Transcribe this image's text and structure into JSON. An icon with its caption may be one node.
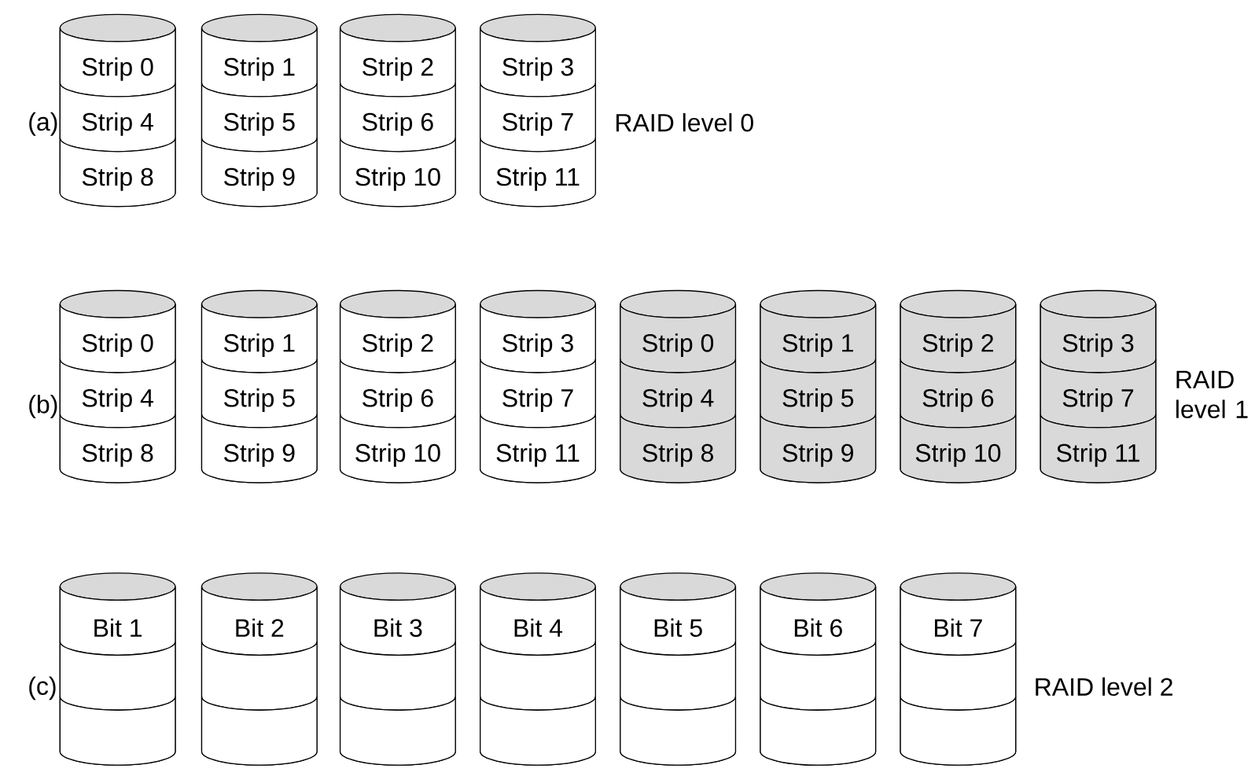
{
  "diagram": {
    "nodes": [
      {
        "text": [],
        "shape": "cylinder"
      },
      {
        "text": [
          "Strip 0"
        ],
        "in": 0
      },
      {
        "text": [
          "Strip 4"
        ],
        "in": 0
      },
      {
        "text": [
          "Strip 8"
        ],
        "in": 0
      },
      {
        "text": [],
        "shape": "cylinder"
      },
      {
        "text": [
          "Strip 1"
        ],
        "in": 4
      },
      {
        "text": [
          "Strip 5"
        ],
        "in": 4
      },
      {
        "text": [
          "Strip 9"
        ],
        "in": 4
      },
      {
        "text": [],
        "shape": "cylinder"
      },
      {
        "text": [
          "Strip 2"
        ],
        "in": 8
      },
      {
        "text": [
          "Strip 6"
        ],
        "in": 8
      },
      {
        "text": [
          "Strip 10"
        ],
        "in": 8
      },
      {
        "text": [],
        "shape": "cylinder"
      },
      {
        "text": [
          "Strip 3"
        ],
        "in": 12
      },
      {
        "text": [
          "Strip 7"
        ],
        "in": 12
      },
      {
        "text": [
          "Strip 11"
        ],
        "in": 12
      },
      {
        "text": [],
        "shape": "cylinder"
      },
      {
        "text": [
          "Strip 0"
        ],
        "in": 16
      },
      {
        "text": [
          "Strip 4"
        ],
        "in": 16
      },
      {
        "text": [
          "Strip 8"
        ],
        "in": 16
      },
      {
        "text": [],
        "shape": "cylinder"
      },
      {
        "text": [
          "Strip 1"
        ],
        "in": 20
      },
      {
        "text": [
          "Strip 5"
        ],
        "in": 20
      },
      {
        "text": [
          "Strip 9"
        ],
        "in": 20
      },
      {
        "text": [],
        "shape": "cylinder"
      },
      {
        "text": [
          "Strip 2"
        ],
        "in": 24
      },
      {
        "text": [
          "Strip 6"
        ],
        "in": 24
      },
      {
        "text": [
          "Strip 10"
        ],
        "in": 24
      },
      {
        "text": [],
        "shape": "cylinder"
      },
      {
        "text": [
          "Strip 3"
        ],
        "in": 28
      },
      {
        "text": [
          "Strip 7"
        ],
        "in": 28
      },
      {
        "text": [
          "Strip 11"
        ],
        "in": 28
      },
      {
        "text": [],
        "shape": "cylinder"
      },
      {
        "text": [
          "Strip 0"
        ],
        "in": 32
      },
      {
        "text": [
          "Strip 4"
        ],
        "in": 32
      },
      {
        "text": [
          "Strip 8"
        ],
        "in": 32
      },
      {
        "text": [],
        "shape": "cylinder"
      },
      {
        "text": [
          "Strip 1"
        ],
        "in": 36
      },
      {
        "text": [
          "Strip 5"
        ],
        "in": 36
      },
      {
        "text": [
          "Strip 9"
        ],
        "in": 36
      },
      {
        "text": [],
        "shape": "cylinder"
      },
      {
        "text": [
          "Strip 2"
        ],
        "in": 40
      },
      {
        "text": [
          "Strip 6"
        ],
        "in": 40
      },
      {
        "text": [
          "Strip 10"
        ],
        "in": 40
      },
      {
        "text": [],
        "shape": "cylinder"
      },
      {
        "text": [
          "Strip 3"
        ],
        "in": 44
      },
      {
        "text": [
          "Strip 7"
        ],
        "in": 44
      },
      {
        "text": [
          "Strip 11"
        ],
        "in": 44
      },
      {
        "text": [],
        "shape": "cylinder"
      },
      {
        "text": [
          "Bit 1"
        ],
        "in": 48
      },
      {
        "text": [],
        "shape": "box",
        "in": 48
      },
      {
        "text": [],
        "shape": "box",
        "in": 48
      },
      {
        "text": [],
        "shape": "cylinder"
      },
      {
        "text": [
          "Bit 2"
        ],
        "in": 52
      },
      {
        "text": [],
        "shape": "box",
        "in": 52
      },
      {
        "text": [],
        "shape": "box",
        "in": 52
      },
      {
        "text": [],
        "shape": "cylinder"
      },
      {
        "text": [
          "Bit 3"
        ],
        "in": 56
      },
      {
        "text": [],
        "shape": "box",
        "in": 56
      },
      {
        "text": [],
        "shape": "box",
        "in": 56
      },
      {
        "text": [],
        "shape": "cylinder"
      },
      {
        "text": [
          "Bit 4"
        ],
        "in": 60
      },
      {
        "text": [],
        "shape": "box",
        "in": 60
      },
      {
        "text": [],
        "shape": "box",
        "in": 60
      },
      {
        "text": [],
        "shape": "cylinder"
      },
      {
        "text": [
          "Bit 5"
        ],
        "in": 64
      },
      {
        "text": [],
        "shape": "box",
        "in": 64
      },
      {
        "text": [],
        "shape": "box",
        "in": 64
      },
      {
        "text": [],
        "shape": "cylinder"
      },
      {
        "text": [
          "Bit 6"
        ],
        "in": 68
      },
      {
        "text": [],
        "shape": "box",
        "in": 68
      },
      {
        "text": [],
        "shape": "box",
        "in": 68
      },
      {
        "text": [],
        "shape": "cylinder"
      },
      {
        "text": [
          "Bit 7"
        ],
        "in": 72
      },
      {
        "text": [],
        "shape": "box",
        "in": 72
      },
      {
        "text": [],
        "shape": "box",
        "in": 72
      }
    ],
    "labels": [
      "(a)",
      "RAID level 0",
      "(b)",
      "RAID level 1",
      "(c)",
      "RAID level 2"
    ]
  }
}
